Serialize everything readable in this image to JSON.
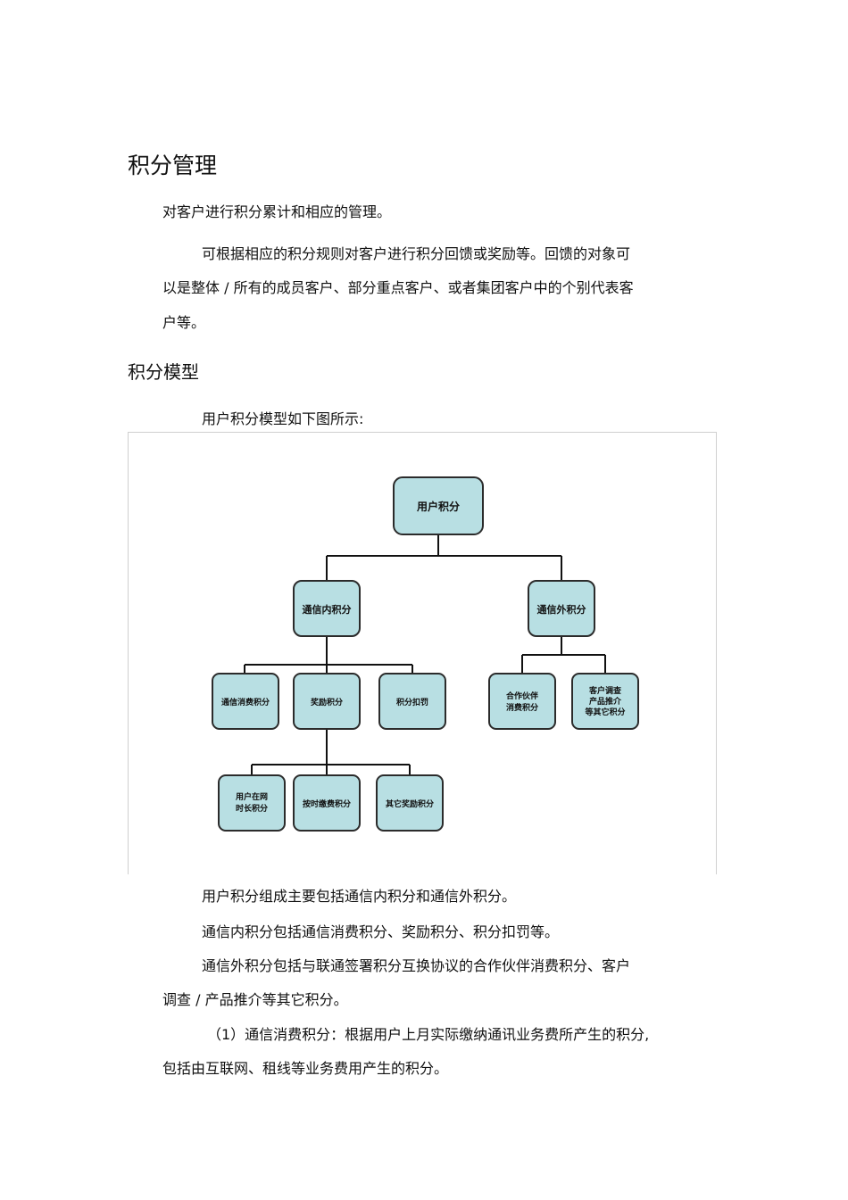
{
  "headings": {
    "main": "积分管理",
    "model": "积分模型"
  },
  "paragraphs": {
    "intro": "对客户进行积分累计和相应的管理。",
    "desc_line1": "可根据相应的积分规则对客户进行积分回馈或奖励等。回馈的对象可",
    "desc_line2": "以是整体 / 所有的成员客户、部分重点客户、或者集团客户中的个别代表客",
    "desc_line3": "户等。",
    "model_intro": "用户积分模型如下图所示:",
    "composition": "用户积分组成主要包括通信内积分和通信外积分。",
    "inner": "通信内积分包括通信消费积分、奖励积分、积分扣罚等。",
    "outer_line1": "通信外积分包括与联通签署积分互换协议的合作伙伴消费积分、客户",
    "outer_line2": "调查 / 产品推介等其它积分。",
    "item1_line1": "（1）通信消费积分：根据用户上月实际缴纳通讯业务费所产生的积分,",
    "item1_line2": "包括由互联网、租线等业务费用产生的积分。"
  },
  "diagram": {
    "root": "用户积分",
    "inner": "通信内积分",
    "outer": "通信外积分",
    "consumption": "通信消费积分",
    "reward": "奖励积分",
    "deduction": "积分扣罚",
    "partner_line1": "合作伙伴",
    "partner_line2": "消费积分",
    "survey_line1": "客户调查",
    "survey_line2": "产品推介",
    "survey_line3": "等其它积分",
    "tenure_line1": "用户在网",
    "tenure_line2": "时长积分",
    "ontime": "按时缴费积分",
    "other_reward": "其它奖励积分"
  }
}
